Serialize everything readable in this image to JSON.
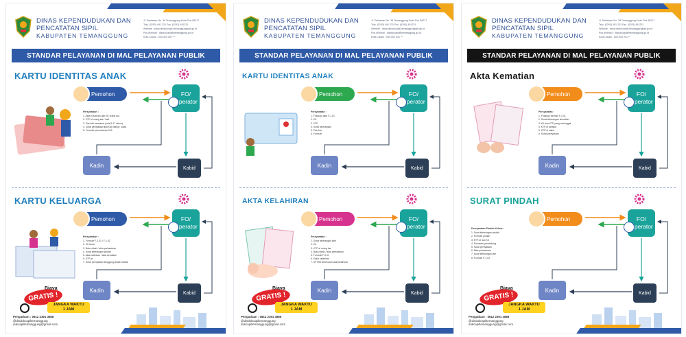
{
  "colors": {
    "primary": "#2e5aa8",
    "accent": "#f2a71b",
    "teal": "#1aa39b",
    "kadin": "#6f86c6",
    "kabid": "#2d3f56",
    "red": "#e2242b",
    "yellow": "#ffd21f"
  },
  "posters": [
    {
      "agency": {
        "line1": "DINAS KEPENDUDUKAN DAN",
        "line2": "PENCATATAN SIPIL",
        "line3": "KABUPATEN TEMANGGUNG"
      },
      "contact": [
        "Jl. Pahlawan No. 38 Temanggung Kode Pos 56217",
        "Telp. (0293) 491 231 Fax. (0293) 491231",
        "Website : www.dindukcapil.temanggungkab.go.id",
        "Pos-el/email : disdukcapil@temanggung.go.id",
        "Kota Lokasi : 000-000 001 **"
      ],
      "banner": "STANDAR PELAYANAN DI MAL PELAYANAN PUBLIK",
      "sections": [
        {
          "title": "KARTU IDENTITAS ANAK",
          "pemohon": "Pemohon",
          "fo_line1": "FO/",
          "fo_line2": "Operator",
          "kadin": "Kadin",
          "kabid": "Kabid",
          "requirements": [
            "Persyaratan :",
            "1. Akta Kelahiran dan KK orang tua",
            "2. KTP-el orang tua / wali",
            "3. Pas foto berwarna (usia 5-17 tahun)",
            "4. Surat pernyataan jika KIA hilang / rusak",
            "5. Formulir permohonan KIA"
          ]
        },
        {
          "title": "KARTU KELUARGA",
          "pemohon": "Pemohon",
          "fo_line1": "FO/",
          "fo_line2": "Operator",
          "kadin": "Kadin",
          "kabid": "Kabid",
          "requirements": [
            "Persyaratan :",
            "1. Formulir F-1.01 / F-1.02",
            "2. KK lama",
            "3. Buku nikah / akta perkawinan",
            "4. Surat keterangan pindah",
            "5. Akta kelahiran / akta kematian",
            "6. KTP-el",
            "7. Surat pernyataan tanggung jawab mutlak"
          ]
        }
      ],
      "footer": {
        "biaya": "Biaya",
        "gratis": "GRATIS !",
        "jangka1": "JANGKA WAKTU",
        "jangka2": "1 JAM",
        "pengaduan1": "Pengaduan : 0812 2391 3888",
        "pengaduan2": "@disdukcapiltemanggung",
        "pengaduan3": "dukcapiltemanggung@gmail.com"
      }
    },
    {
      "agency": {
        "line1": "DINAS KEPENDUDUKAN DAN",
        "line2": "PENCATATAN SIPIL",
        "line3": "KABUPATEN TEMANGGUNG"
      },
      "contact": [
        "Jl. Pahlawan No. 38 Temanggung Kode Pos 56217",
        "Telp. (0293) 491 231 Fax. (0293) 491231",
        "Website : www.dindukcapil.temanggungkab.go.id",
        "Pos-el/email : disdukcapil@temanggung.go.id",
        "Kota Lokasi : 000-000 001 **"
      ],
      "banner": "STANDAR PELAYANAN DI MAL PELAYANAN PUBLIK",
      "sections": [
        {
          "title": "KARTU IDENTITAS ANAK",
          "pemohon": "Pemohon",
          "fo_line1": "FO/",
          "fo_line2": "Operator",
          "kadin": "Kadin",
          "kabid": "Kabid",
          "requirements": [
            "Persyaratan :",
            "1. Fotokopi akta F-1.01",
            "2. KK",
            "3. KTP",
            "4. Surat keterangan",
            "5. Pas foto",
            "6. Formulir"
          ]
        },
        {
          "title": "AKTA KELAHIRAN",
          "pemohon": "Pemohon",
          "fo_line1": "FO/",
          "fo_line2": "Operator",
          "kadin": "Kadin",
          "kabid": "Kabid",
          "requirements": [
            "Persyaratan :",
            "1. Surat keterangan lahir",
            "2. KK",
            "3. KTP-el orang tua",
            "4. Buku nikah / akta perkawinan",
            "5. Formulir F-2.01",
            "6. Saksi kelahiran",
            "7. SPTJM kebenaran data kelahiran"
          ]
        }
      ],
      "footer": {
        "biaya": "Biaya",
        "gratis": "GRATIS !",
        "jangka1": "JANGKA WAKTU",
        "jangka2": "1 JAM",
        "pengaduan1": "Pengaduan : 0812 2391 3888",
        "pengaduan2": "@disdukcapiltemanggung",
        "pengaduan3": "dukcapiltemanggung@gmail.com"
      }
    },
    {
      "agency": {
        "line1": "DINAS KEPENDUDUKAN DAN",
        "line2": "PENCATATAN SIPIL",
        "line3": "KABUPATEN TEMANGGUNG"
      },
      "contact": [
        "Jl. Pahlawan No. 38 Temanggung Kode Pos 56217",
        "Telp. (0293) 491 231 Fax. (0293) 491231",
        "Website : www.dindukcapil.temanggungkab.go.id",
        "Pos-el/email : disdukcapil@temanggung.go.id",
        "Kota Lokasi : 000-000 001 **"
      ],
      "banner": "STANDAR PELAYANAN DI MAL PELAYANAN PUBLIK",
      "sections": [
        {
          "title": "Akta Kematian",
          "pemohon": "Pemohon",
          "fo_line1": "FO/",
          "fo_line2": "Operator",
          "kadin": "Kadin",
          "kabid": "Kabid",
          "requirements": [
            "Persyaratan :",
            "1. Fotokopi formulir F-2.01",
            "2. Surat keterangan kematian",
            "3. KK dan KTP yang meninggal",
            "4. KTP-el pelapor",
            "5. KTP-el saksi",
            "6. Surat pernyataan"
          ]
        },
        {
          "title": "SURAT PINDAH",
          "pemohon": "Pemohon",
          "fo_line1": "FO/",
          "fo_line2": "Operator",
          "kadin": "Kadin",
          "kabid": "Kabid",
          "requirements": [
            "Persyaratan Pindah Keluar :",
            "1. Surat keterangan pindah",
            "2. Formulir pindah",
            "3. KTP-el dan KK",
            "4. Dokumen pendukung",
            "5. Surat pernyataan",
            "6. Akta perkawinan",
            "7. Surat keterangan lain",
            "8. Formulir F-1.03"
          ]
        }
      ],
      "footer": {
        "biaya": "Biaya",
        "gratis": "GRATIS !",
        "jangka1": "JANGKA WAKTU",
        "jangka2": "1 JAM",
        "pengaduan1": "Pengaduan : 0812 2391 3888",
        "pengaduan2": "@disdukcapiltemanggung",
        "pengaduan3": "dukcapiltemanggung@gmail.com"
      }
    }
  ]
}
